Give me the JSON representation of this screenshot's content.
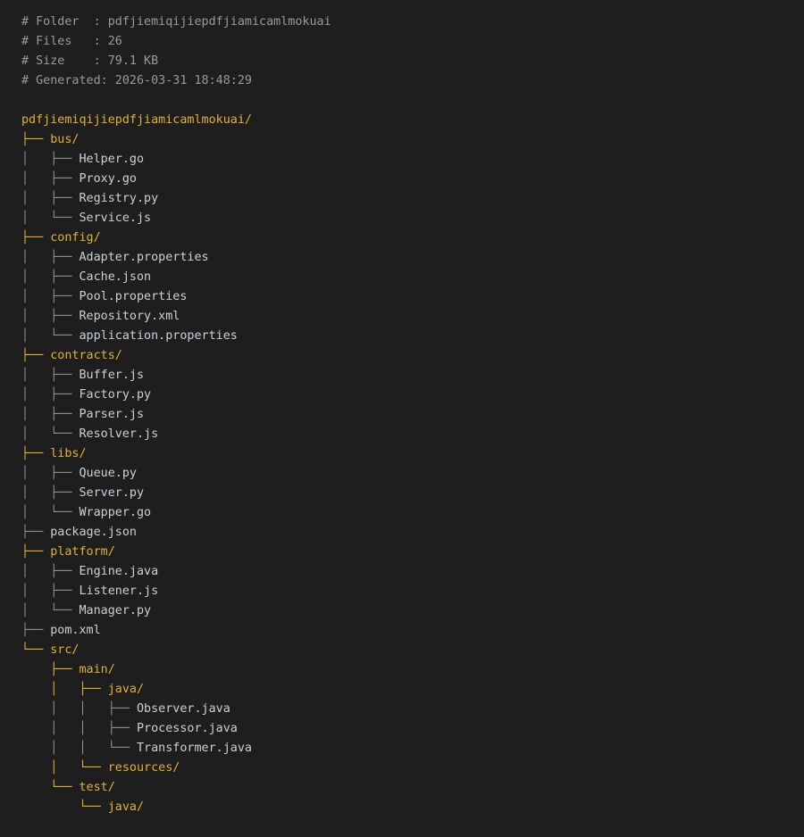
{
  "header": {
    "folder_line": "# Folder  : pdfjiemiqijiepdfjiamicamlmokuai",
    "files_line": "# Files   : 26",
    "size_line": "# Size    : 79.1 KB",
    "generated_line": "# Generated: 2026-03-31 18:48:29"
  },
  "colors": {
    "background": "#1e1e1e",
    "comment": "#9a9a9a",
    "directory": "#e2b035",
    "file": "#c8d3d8"
  },
  "tree": {
    "root": "pdfjiemiqijiepdfjiamicamlmokuai/",
    "lines": [
      {
        "type": "dir",
        "prefix": "├── ",
        "name": "bus/"
      },
      {
        "type": "file",
        "prefix": "│   ├── ",
        "name": "Helper.go"
      },
      {
        "type": "file",
        "prefix": "│   ├── ",
        "name": "Proxy.go"
      },
      {
        "type": "file",
        "prefix": "│   ├── ",
        "name": "Registry.py"
      },
      {
        "type": "file",
        "prefix": "│   └── ",
        "name": "Service.js"
      },
      {
        "type": "dir",
        "prefix": "├── ",
        "name": "config/"
      },
      {
        "type": "file",
        "prefix": "│   ├── ",
        "name": "Adapter.properties"
      },
      {
        "type": "file",
        "prefix": "│   ├── ",
        "name": "Cache.json"
      },
      {
        "type": "file",
        "prefix": "│   ├── ",
        "name": "Pool.properties"
      },
      {
        "type": "file",
        "prefix": "│   ├── ",
        "name": "Repository.xml"
      },
      {
        "type": "file",
        "prefix": "│   └── ",
        "name": "application.properties"
      },
      {
        "type": "dir",
        "prefix": "├── ",
        "name": "contracts/"
      },
      {
        "type": "file",
        "prefix": "│   ├── ",
        "name": "Buffer.js"
      },
      {
        "type": "file",
        "prefix": "│   ├── ",
        "name": "Factory.py"
      },
      {
        "type": "file",
        "prefix": "│   ├── ",
        "name": "Parser.js"
      },
      {
        "type": "file",
        "prefix": "│   └── ",
        "name": "Resolver.js"
      },
      {
        "type": "dir",
        "prefix": "├── ",
        "name": "libs/"
      },
      {
        "type": "file",
        "prefix": "│   ├── ",
        "name": "Queue.py"
      },
      {
        "type": "file",
        "prefix": "│   ├── ",
        "name": "Server.py"
      },
      {
        "type": "file",
        "prefix": "│   └── ",
        "name": "Wrapper.go"
      },
      {
        "type": "file",
        "prefix": "├── ",
        "name": "package.json"
      },
      {
        "type": "dir",
        "prefix": "├── ",
        "name": "platform/"
      },
      {
        "type": "file",
        "prefix": "│   ├── ",
        "name": "Engine.java"
      },
      {
        "type": "file",
        "prefix": "│   ├── ",
        "name": "Listener.js"
      },
      {
        "type": "file",
        "prefix": "│   └── ",
        "name": "Manager.py"
      },
      {
        "type": "file",
        "prefix": "├── ",
        "name": "pom.xml"
      },
      {
        "type": "dir",
        "prefix": "└── ",
        "name": "src/"
      },
      {
        "type": "dir",
        "prefix": "    ├── ",
        "name": "main/"
      },
      {
        "type": "dir",
        "prefix": "    │   ├── ",
        "name": "java/"
      },
      {
        "type": "file",
        "prefix": "    │   │   ├── ",
        "name": "Observer.java"
      },
      {
        "type": "file",
        "prefix": "    │   │   ├── ",
        "name": "Processor.java"
      },
      {
        "type": "file",
        "prefix": "    │   │   └── ",
        "name": "Transformer.java"
      },
      {
        "type": "dir",
        "prefix": "    │   └── ",
        "name": "resources/"
      },
      {
        "type": "dir",
        "prefix": "    └── ",
        "name": "test/"
      },
      {
        "type": "dir",
        "prefix": "        └── ",
        "name": "java/"
      }
    ]
  }
}
